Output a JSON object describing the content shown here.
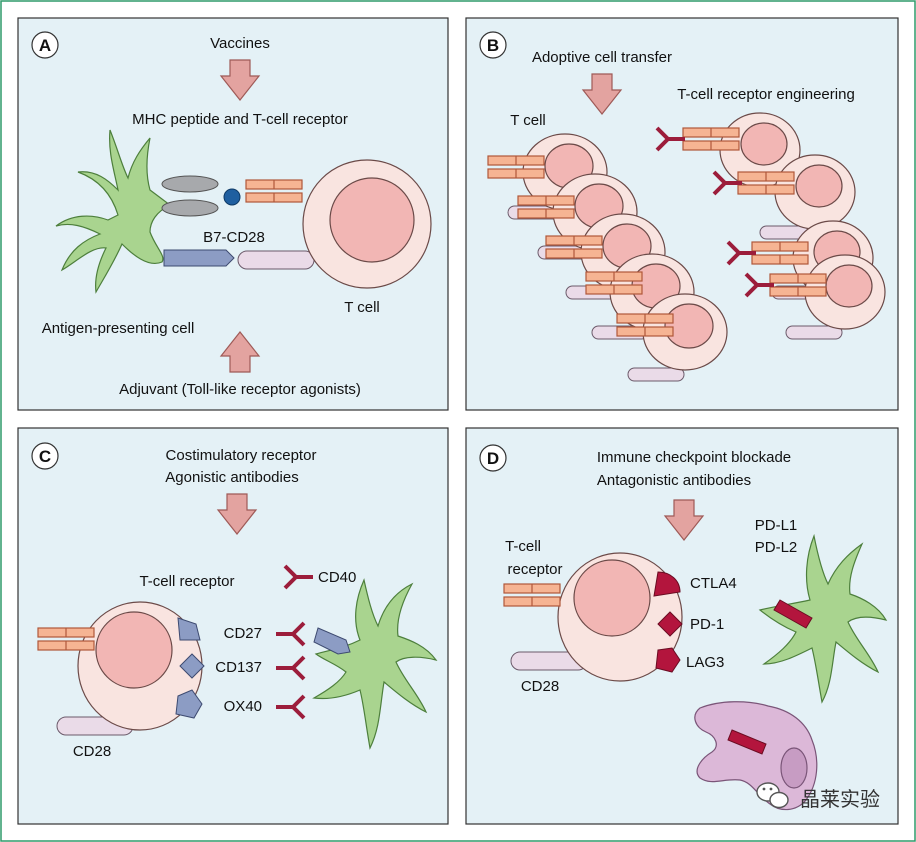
{
  "colors": {
    "panel_fill": "#e4f1f6",
    "panel_border": "#333333",
    "outer_border": "#2f9a6a",
    "arrow_fill": "#e3a3a0",
    "arrow_stroke": "#9e5a57",
    "tcr_fill": "#f6b493",
    "tcr_stroke": "#b0583a",
    "cell_fill": "#f9e4e0",
    "nucleus_fill": "#f2b6b4",
    "cd28_fill": "#eadbe8",
    "apc_fill": "#a9d48f",
    "apc_stroke": "#4d7f3c",
    "mhc_fill": "#a7a9ac",
    "ligand_fill": "#8c9cc4",
    "antibody_color": "#9c1d3b",
    "checkpoint_color": "#b3153d",
    "macrophage_fill": "#dcb8d8"
  },
  "panels": {
    "a": {
      "letter": "A",
      "top_label": "Vaccines",
      "arrow_label": "MHC peptide and T-cell receptor",
      "costim_label": "B7-CD28",
      "tcell_label": "T cell",
      "apc_label": "Antigen-presenting cell",
      "adjuvant_label": "Adjuvant (Toll-like receptor agonists)"
    },
    "b": {
      "letter": "B",
      "top_label": "Adoptive cell transfer",
      "tcell_label": "T cell",
      "engineering_label": "T-cell receptor engineering"
    },
    "c": {
      "letter": "C",
      "top_label_1": "Costimulatory receptor",
      "top_label_2": "Agonistic antibodies",
      "tcr_label": "T-cell receptor",
      "cd40_label": "CD40",
      "cd27_label": "CD27",
      "cd137_label": "CD137",
      "ox40_label": "OX40",
      "cd28_label": "CD28"
    },
    "d": {
      "letter": "D",
      "top_label_1": "Immune checkpoint blockade",
      "top_label_2": "Antagonistic antibodies",
      "tcr_label_1": "T-cell",
      "tcr_label_2": "receptor",
      "ctla4_label": "CTLA4",
      "pd1_label": "PD-1",
      "lag3_label": "LAG3",
      "pdl1_label": "PD-L1",
      "pdl2_label": "PD-L2",
      "cd28_label": "CD28"
    }
  },
  "watermark": {
    "text": "晶莱实验",
    "icon": "wechat-icon"
  }
}
